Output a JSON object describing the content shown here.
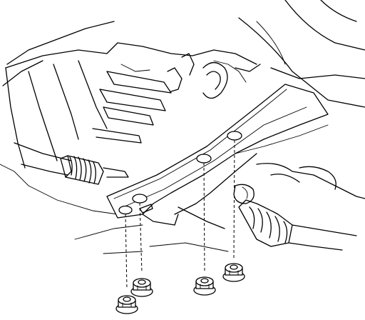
{
  "diagram": {
    "components": [
      {
        "id": "crossmember",
        "icon": "crossmember-bracket-icon"
      },
      {
        "id": "transmission",
        "icon": "transmission-housing-icon"
      },
      {
        "id": "left-boot",
        "icon": "cv-joint-boot-icon"
      },
      {
        "id": "right-boot",
        "icon": "cv-joint-boot-icon"
      },
      {
        "id": "mount-holes",
        "count": 4
      },
      {
        "id": "flange-nuts",
        "count": 4,
        "icon": "flange-nut-icon"
      }
    ],
    "colors": {
      "line": "#000000",
      "background": "#ffffff"
    }
  }
}
